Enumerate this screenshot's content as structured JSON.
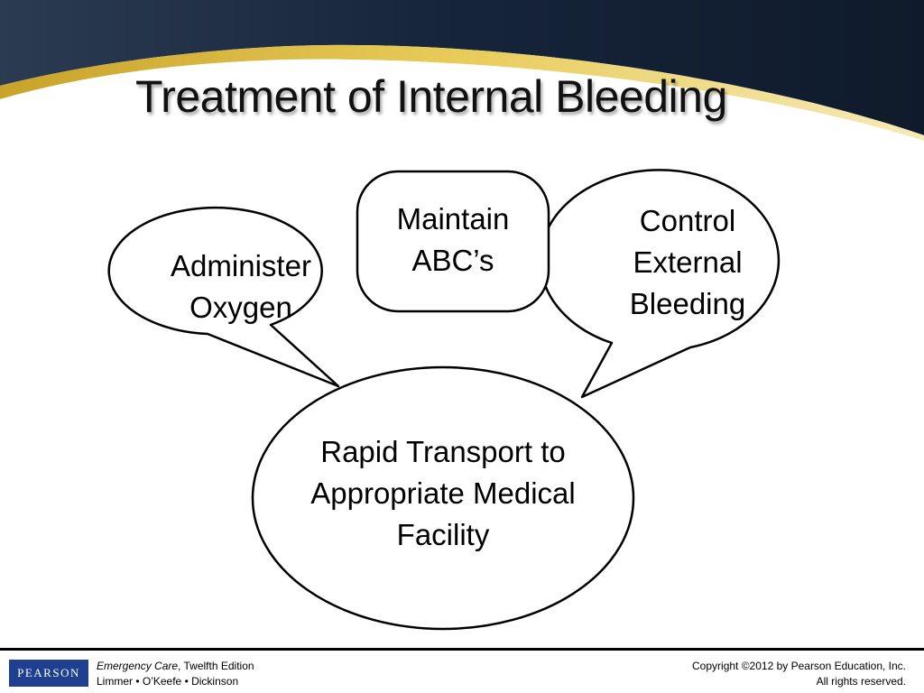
{
  "slide": {
    "title": "Treatment of Internal Bleeding"
  },
  "diagram": {
    "bubbles": [
      {
        "id": "administer-oxygen",
        "lines": [
          "Administer",
          "Oxygen"
        ]
      },
      {
        "id": "maintain-abcs",
        "lines": [
          "Maintain",
          "ABC’s"
        ]
      },
      {
        "id": "control-external-bleeding",
        "lines": [
          "Control",
          "External",
          "Bleeding"
        ]
      }
    ],
    "center": {
      "lines": [
        "Rapid Transport to",
        "Appropriate Medical",
        "Facility"
      ]
    }
  },
  "footer": {
    "logo": "PEARSON",
    "book_title": "Emergency Care",
    "edition": ", Twelfth Edition",
    "authors": "Limmer • O’Keefe • Dickinson",
    "copyright": "Copyright ©2012 by Pearson Education, Inc.",
    "rights": "All rights reserved."
  },
  "colors": {
    "header_dark": "#142132",
    "header_gold": "#d8b63a",
    "logo_blue": "#1f3f8f"
  }
}
